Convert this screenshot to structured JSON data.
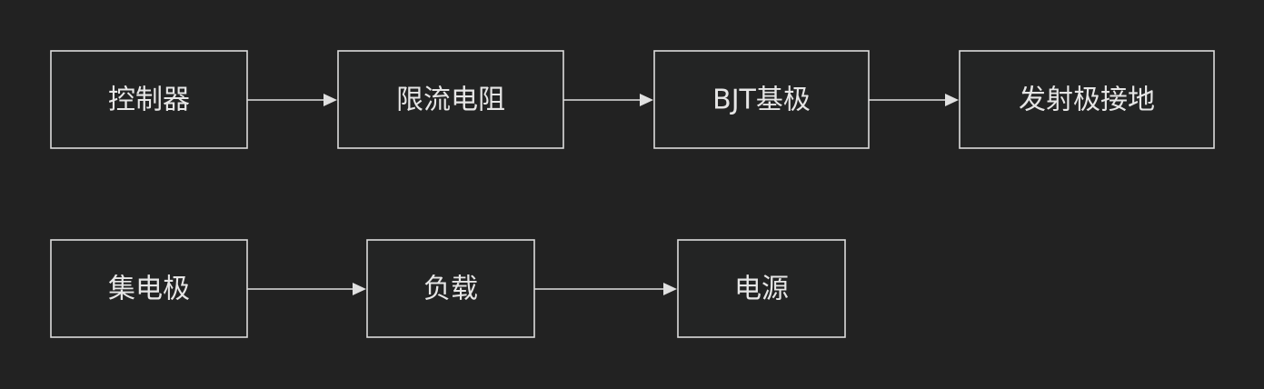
{
  "diagram": {
    "background": "#222222",
    "box_stroke": "#dcdcdc",
    "text_color": "#e6e6e6",
    "nodes": [
      {
        "id": "controller",
        "label": "控制器"
      },
      {
        "id": "current-limit-resistor",
        "label": "限流电阻"
      },
      {
        "id": "bjt-base",
        "label": "BJT基极"
      },
      {
        "id": "emitter-ground",
        "label": "发射极接地"
      },
      {
        "id": "collector",
        "label": "集电极"
      },
      {
        "id": "load",
        "label": "负载"
      },
      {
        "id": "power-supply",
        "label": "电源"
      }
    ],
    "edges": [
      {
        "from": "controller",
        "to": "current-limit-resistor"
      },
      {
        "from": "current-limit-resistor",
        "to": "bjt-base"
      },
      {
        "from": "bjt-base",
        "to": "emitter-ground"
      },
      {
        "from": "collector",
        "to": "load"
      },
      {
        "from": "load",
        "to": "power-supply"
      }
    ]
  }
}
